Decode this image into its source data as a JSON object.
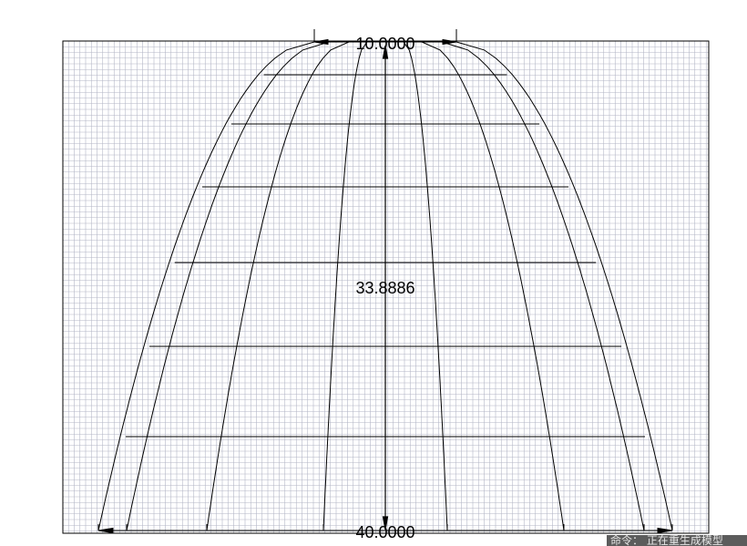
{
  "drawing": {
    "dimensions": {
      "top_width": "10.0000",
      "height": "33.8886",
      "base_width": "40.0000"
    },
    "colors": {
      "background": "#ffffff",
      "fine_grid": "#b3b6c6",
      "geometry": "#000000"
    }
  },
  "status_bar": {
    "command_text": "命令：  正在重生成模型"
  }
}
